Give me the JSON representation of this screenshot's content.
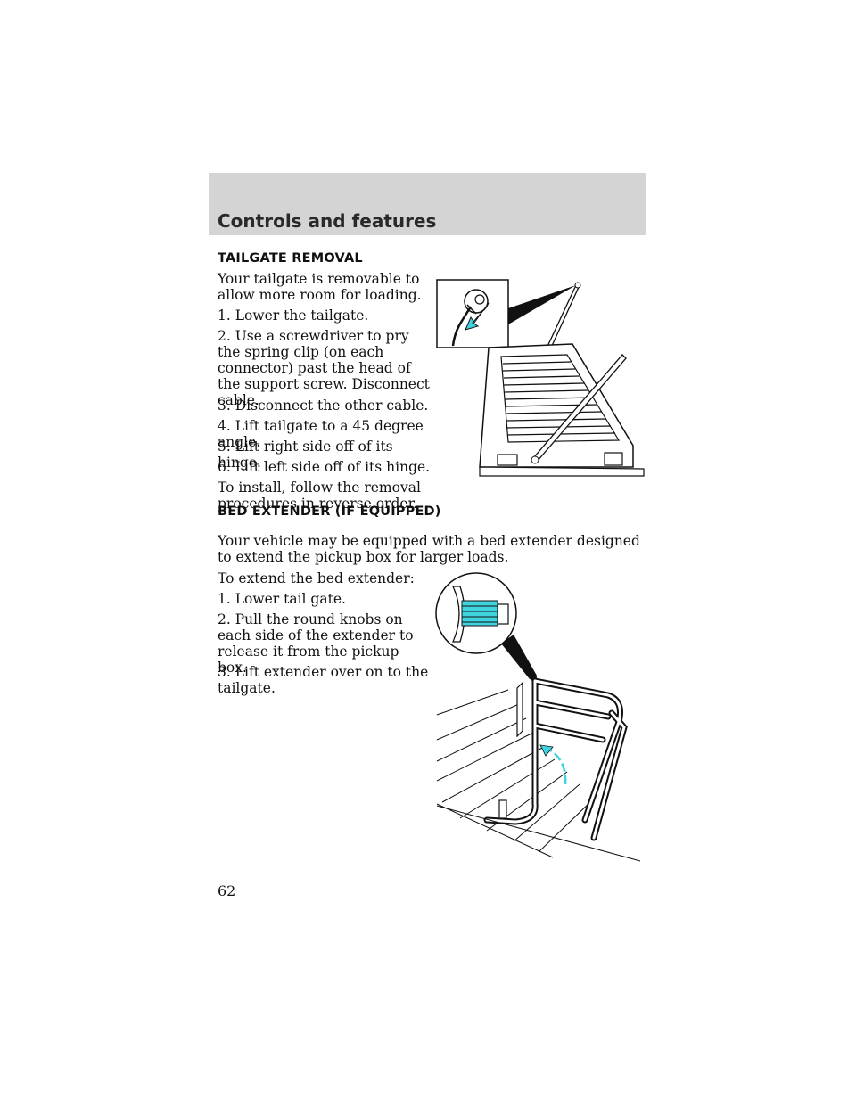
{
  "header": {
    "title": "Controls and features"
  },
  "tailgate": {
    "heading": "TAILGATE REMOVAL",
    "intro": "Your tailgate is removable to allow more room for loading.",
    "steps": [
      "1. Lower the tailgate.",
      "2. Use a screwdriver to pry the spring clip (on each connector) past the head of the support screw. Disconnect cable.",
      "3. Disconnect the other cable.",
      "4. Lift tailgate to a 45 degree angle.",
      "5. Lift right side off of its hinge.",
      "6. Lift left side off of its hinge."
    ],
    "install_note": "To install, follow the removal procedures in reverse order."
  },
  "bed_extender": {
    "heading": "BED EXTENDER (IF EQUIPPED)",
    "intro": "Your vehicle may be equipped with a bed extender designed to extend the pickup box for larger loads.",
    "lead": "To extend the bed extender:",
    "steps": [
      "1. Lower tail gate.",
      "2. Pull the round knobs on each side of the extender to release it from the pickup box.",
      "3. Lift extender over on to the tailgate."
    ]
  },
  "footer": {
    "page_number": "62"
  },
  "colors": {
    "header_bg": "#d4d4d4",
    "arrow_cyan": "#3fd3e0"
  }
}
